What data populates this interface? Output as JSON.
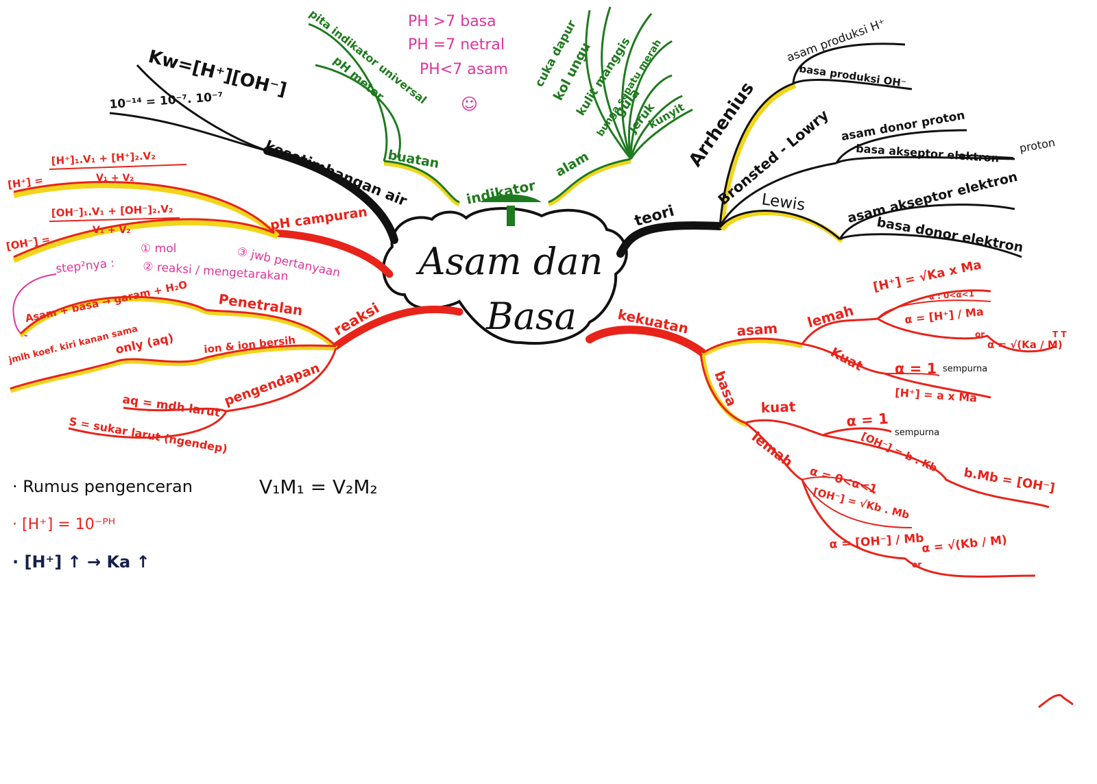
{
  "colors": {
    "black": "#111111",
    "green": "#1e7a1e",
    "red": "#e8231a",
    "pink": "#e0339b",
    "yellow": "#f2d51b",
    "navy": "#15204a",
    "paper": "#ffffff"
  },
  "center": {
    "line1": "Asam dan",
    "line2": "Basa"
  },
  "kesetimbangan": {
    "label": "kesetimbangan air",
    "kw": "Kw=[H⁺][OH⁻]",
    "kw_value": "10⁻¹⁴ = 10⁻⁷. 10⁻⁷"
  },
  "ph_campuran": {
    "label": "pH campuran",
    "h_lhs": "[H⁺] =",
    "h_num": "[H⁺]₁.V₁ + [H⁺]₂.V₂",
    "h_den": "V₁ + V₂",
    "oh_lhs": "[OH⁻] =",
    "oh_num": "[OH⁻]₁.V₁ + [OH⁻]₂.V₂",
    "oh_den": "V₁ + V₂",
    "steps_label": "step²nya :",
    "step1": "① mol",
    "step2": "② reaksi / mengetarakan",
    "step3": "③ jwb pertanyaan"
  },
  "indikator": {
    "label": "indikator",
    "buatan": {
      "label": "buatan",
      "items": [
        "pita indikator universal",
        "pH meter"
      ]
    },
    "alam": {
      "label": "alam",
      "items": [
        "cuka dapur",
        "kol ungu",
        "kulit manggis",
        "bunga sepatu merah",
        "gula",
        "jeruk",
        "kunyit"
      ]
    },
    "notes": [
      "PH >7 basa",
      "PH =7 netral",
      "PH<7 asam"
    ],
    "smiley": "☺"
  },
  "teori": {
    "label": "teori",
    "arrhenius": {
      "label": "Arrhenius",
      "items": [
        "asam produksi H⁺",
        "basa produksi OH⁻"
      ]
    },
    "bronsted": {
      "label": "Bronsted - Lowry",
      "items": [
        "asam donor proton",
        "basa akseptor elektron"
      ],
      "correction": "proton"
    },
    "lewis": {
      "label": "Lewis",
      "items": [
        "asam akseptor elektron",
        "basa donor elektron"
      ]
    }
  },
  "reaksi": {
    "label": "reaksi",
    "penetralan": {
      "label": "Penetralan",
      "equation": "Asam + basa → garam + H₂O"
    },
    "ion": {
      "label": "ion & ion bersih",
      "only": "only (aq)",
      "koef": "jmlh koef. kiri kanan sama"
    },
    "pengendapan": {
      "label": "pengendapan",
      "aq": "aq = mdh larut",
      "s": "S = sukar larut (ngendep)"
    }
  },
  "kekuatan": {
    "label": "kekuatan",
    "asam": {
      "label": "asam",
      "lemah": {
        "label": "lemah",
        "f1": "[H⁺] = √Ka x Ma",
        "f2": "α : 0<α<1",
        "f3": "α = [H⁺] / Ma",
        "or": "or",
        "f4": "α = √(Ka / M)",
        "mark": "T T"
      },
      "kuat": {
        "label": "Kuat",
        "alpha": "α = 1",
        "note": "sempurna",
        "f": "[H⁺] = a x Ma"
      }
    },
    "basa": {
      "label": "basa",
      "kuat": {
        "label": "kuat",
        "alpha": "α = 1",
        "note": "sempurna",
        "f1": "[OH⁻] = b . Kb",
        "f2": "b.Mb = [OH⁻]"
      },
      "lemah": {
        "label": "lemah",
        "f1": "α = 0<α<1",
        "f2": "[OH⁻] = √Kb . Mb",
        "f3": "α = [OH⁻] / Mb",
        "or": "or",
        "f4": "α = √(Kb / M)"
      }
    }
  },
  "notes": {
    "rumus_label": "· Rumus pengenceran",
    "rumus_formula": "V₁M₁ = V₂M₂",
    "ph_formula": "· [H⁺] = 10⁻ᴾᴴ",
    "ka_formula": "· [H⁺] ↑ → Ka ↑"
  },
  "signature": "~^~"
}
